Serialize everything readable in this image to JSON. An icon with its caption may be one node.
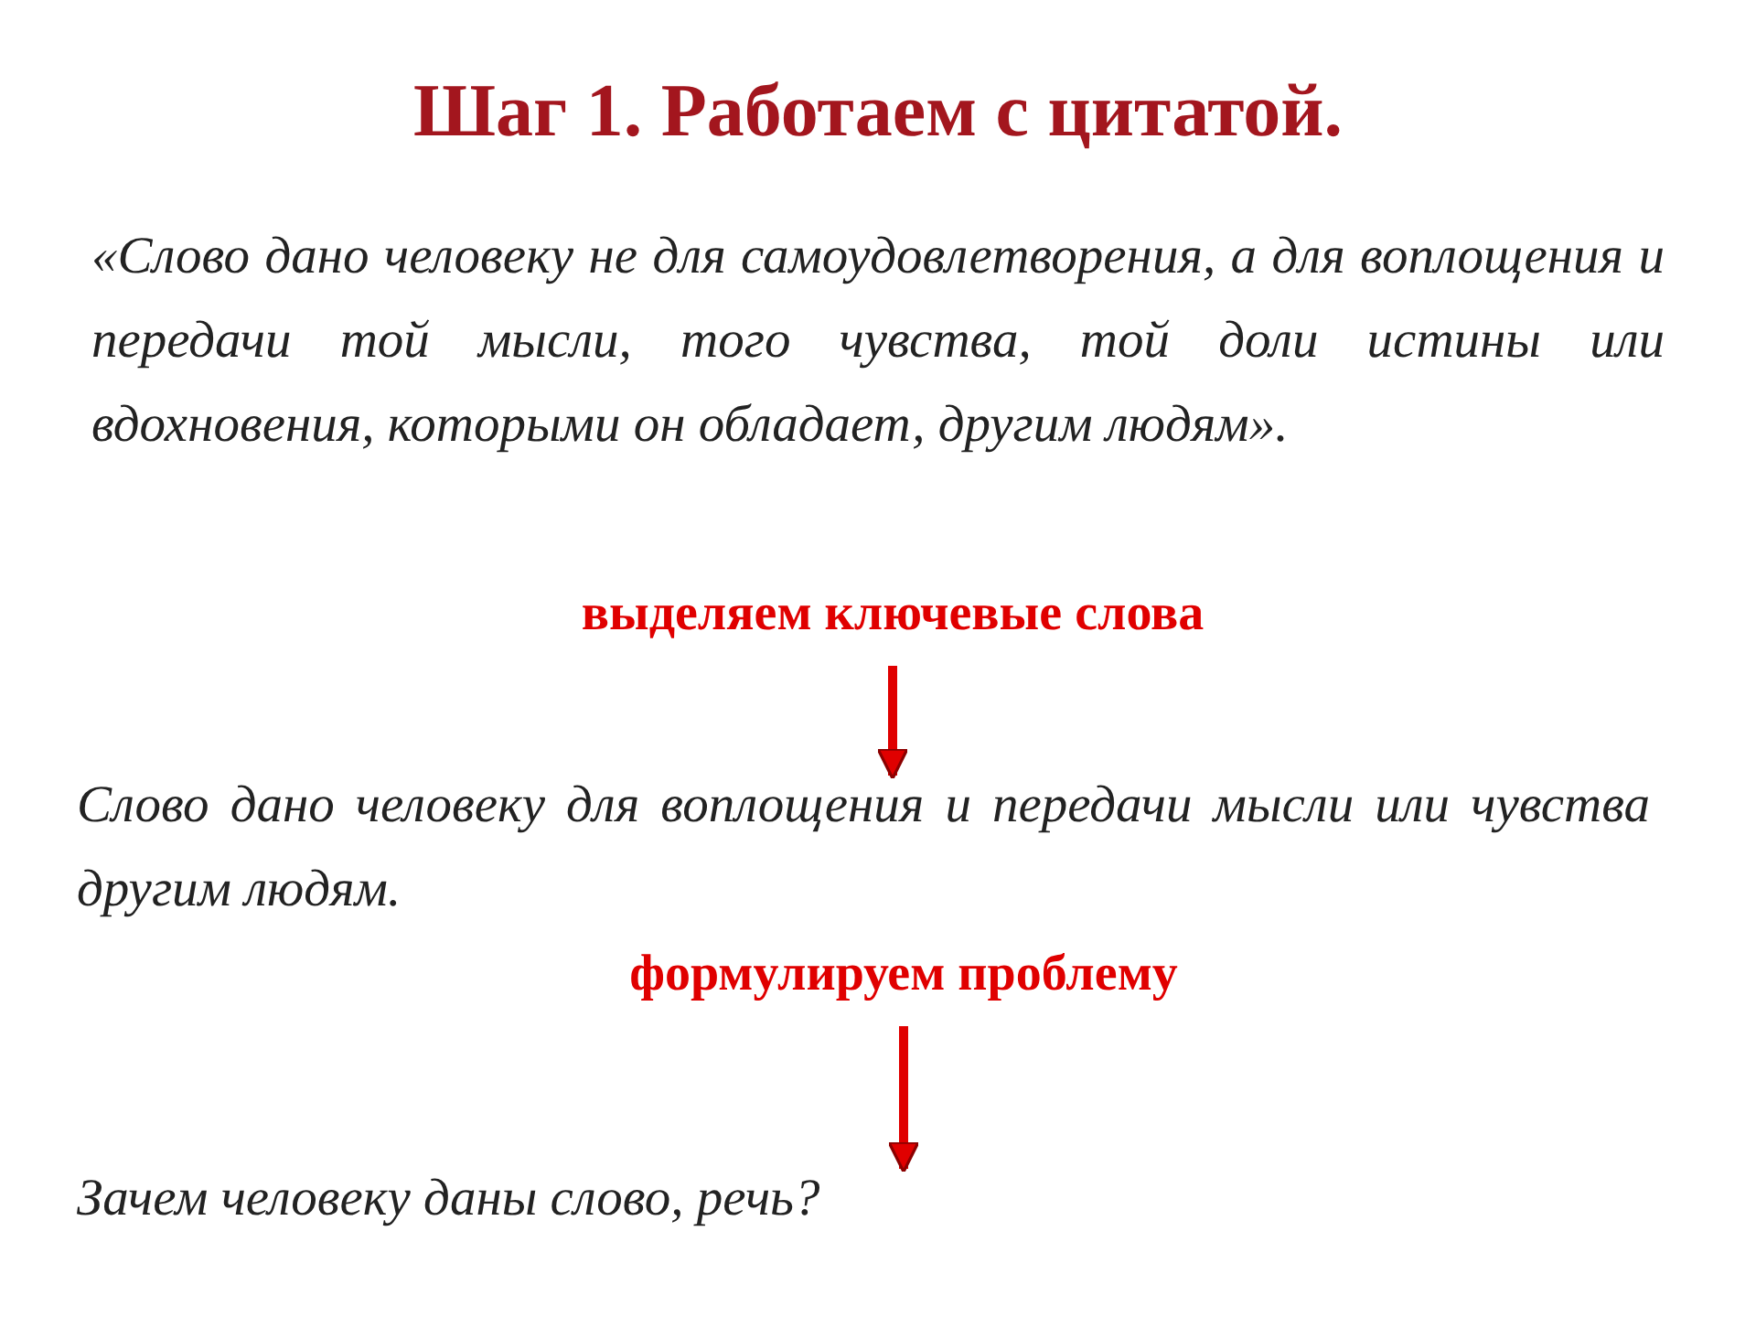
{
  "diagram": {
    "title": "Шаг 1. Работаем с цитатой.",
    "nodes": [
      {
        "text": [
          "«Слово дано человеку не для самоудовлетворения, а для воплощения и передачи той мысли, того чувства, той доли истины или вдохновения, которыми он обладает, другим людям»."
        ]
      },
      {
        "text": [
          "выделяем ключевые слова"
        ]
      },
      {
        "text": [
          "Слово дано человеку для воплощения и передачи мысли или чувства другим людям."
        ]
      },
      {
        "text": [
          "формулируем проблему"
        ]
      },
      {
        "text": [
          "Зачем человеку даны слово, речь?"
        ]
      }
    ],
    "edges": [
      {
        "from": 1,
        "to": 2,
        "arrow": "to"
      },
      {
        "from": 3,
        "to": 4,
        "arrow": "to"
      }
    ]
  }
}
